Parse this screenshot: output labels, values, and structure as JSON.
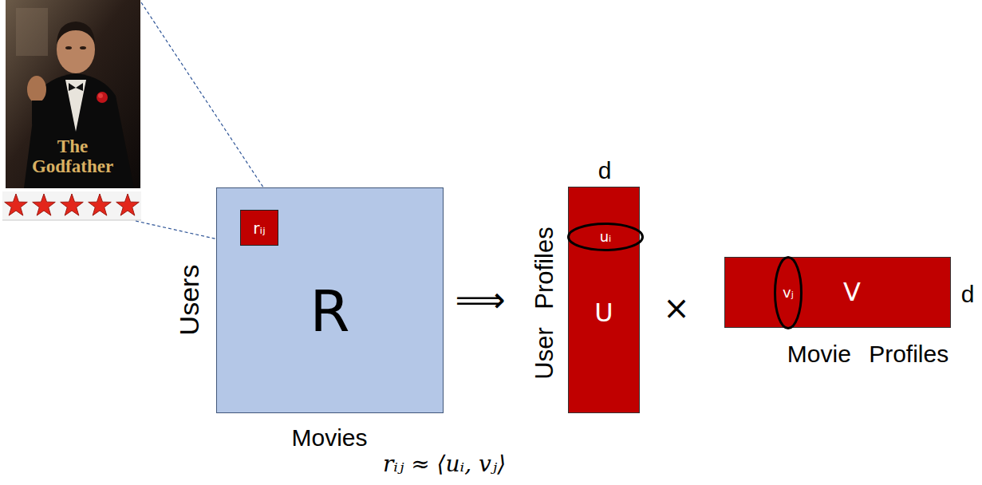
{
  "diagram": {
    "nodes": [
      {
        "text": [
          "R"
        ]
      },
      {
        "text": [
          "rᵢⱼ"
        ],
        "in": 0
      },
      {
        "text": [
          "U"
        ]
      },
      {
        "text": [
          "uᵢ"
        ],
        "in": 2
      },
      {
        "text": [
          "V"
        ]
      },
      {
        "text": [
          "vⱼ"
        ],
        "in": 4
      }
    ],
    "labels": [
      "The Godfather",
      "Users",
      "Movies",
      "⟹",
      "d",
      "User Profiles",
      "×",
      "d",
      "Movie Profiles",
      "rᵢⱼ ≈ ⟨uᵢ, vⱼ⟩"
    ]
  }
}
